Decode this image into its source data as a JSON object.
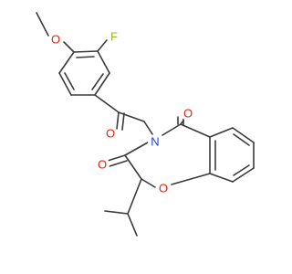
{
  "molecule": {
    "atoms": {
      "f": "F",
      "o_methoxy": "O",
      "o_ketone": "O",
      "n_ring": "N",
      "o_amide_top": "O",
      "o_amide_left": "O",
      "o_ring": "O"
    },
    "colors": {
      "bond": "#3a3a3a",
      "carbon": "#3a3a3a",
      "oxygen": "#e8210d",
      "nitrogen": "#1a3fe0",
      "fluorine": "#8fbf1f"
    }
  }
}
